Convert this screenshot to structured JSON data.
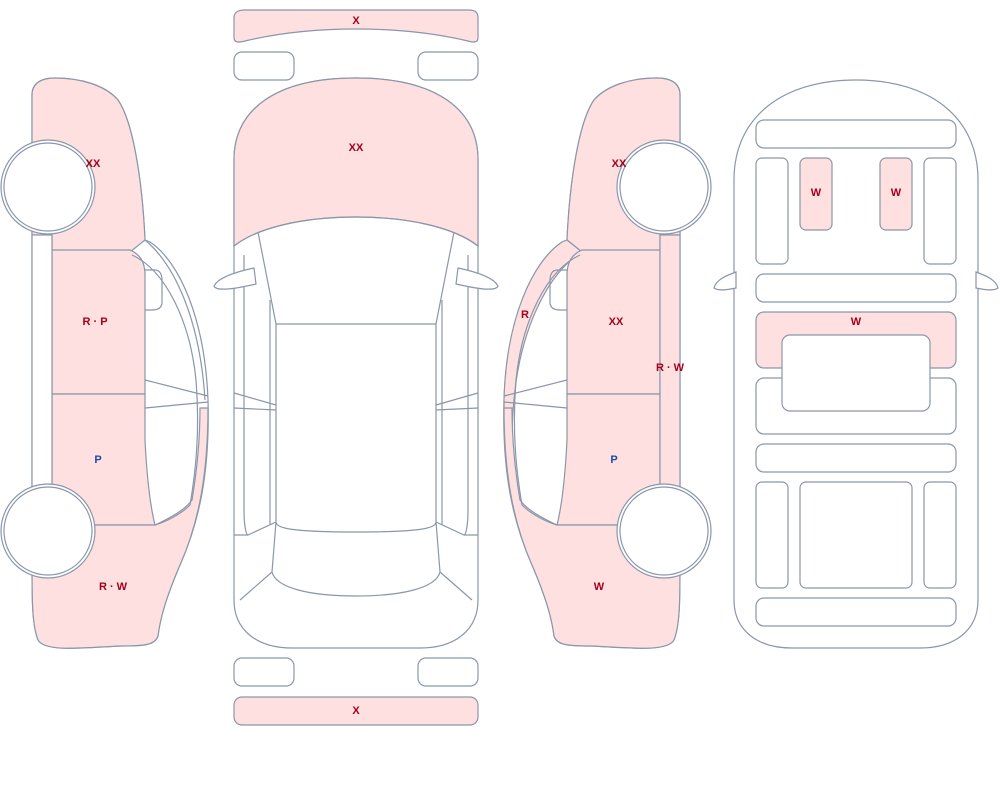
{
  "colors": {
    "outline": "#8a96ab",
    "damaged_fill": "#fde0df",
    "damage_text": "#a4001c",
    "paint_text": "#1f4aa8"
  },
  "left_side": {
    "front_fender": "XX",
    "front_door": "R · P",
    "rear_door": "P",
    "rear_quarter": "R · W"
  },
  "top_view": {
    "front_bumper": "X",
    "hood": "XX",
    "rear_bumper": "X"
  },
  "right_side": {
    "front_fender": "XX",
    "a_pillar": "R",
    "front_door": "XX",
    "side_sill": "R · W",
    "rear_door": "P",
    "rear_quarter": "W"
  },
  "frame_view": {
    "front_left_member": "W",
    "front_right_member": "W",
    "dash_panel": "W"
  }
}
